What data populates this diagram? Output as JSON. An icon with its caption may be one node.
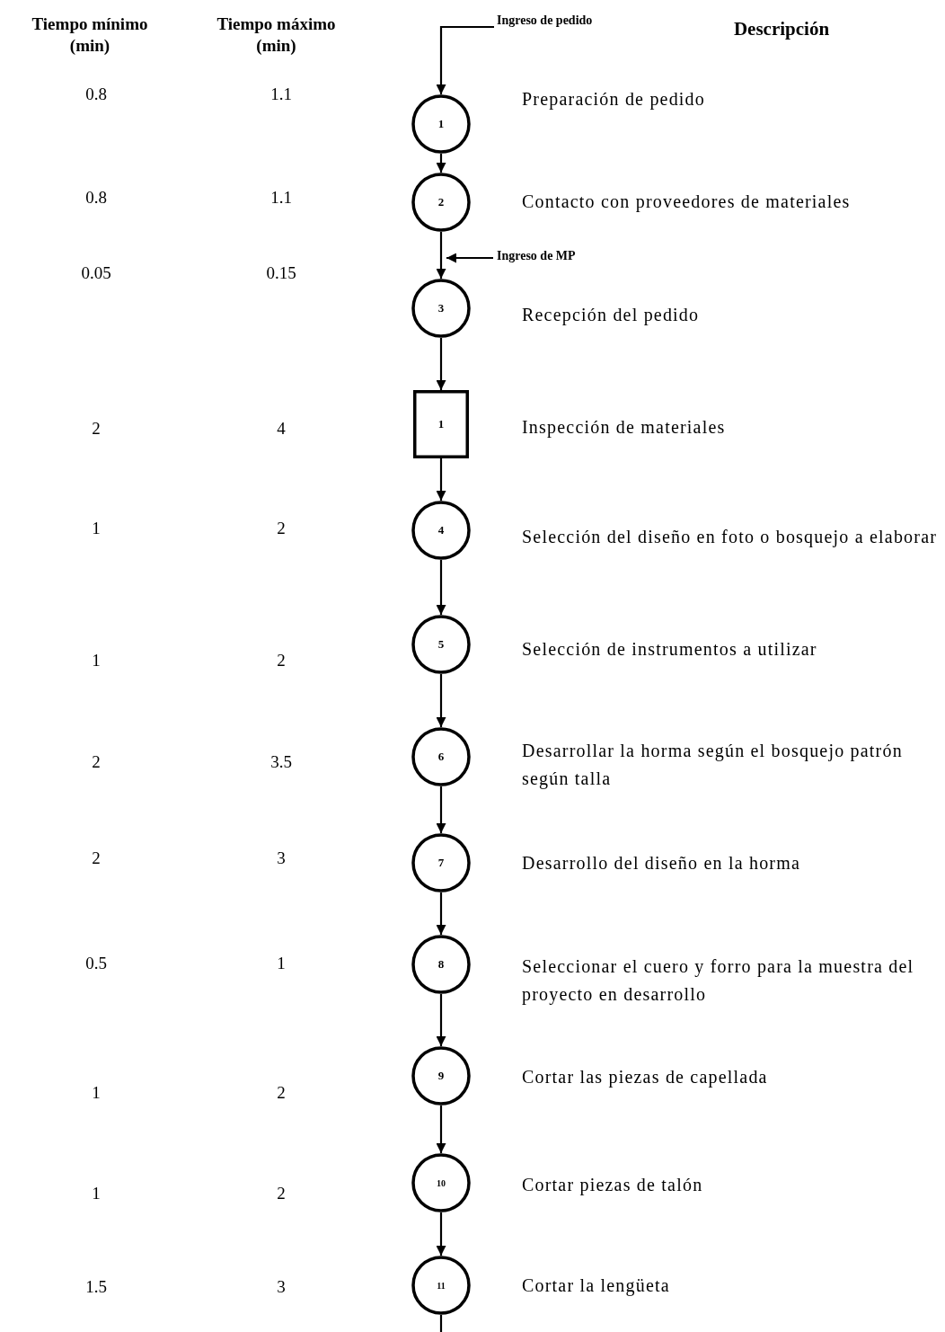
{
  "diagram": {
    "nodes": [
      {
        "text": [
          "Ingreso de pedido"
        ]
      },
      {
        "text": [
          "1"
        ],
        "beside": [
          "Preparación de pedido"
        ]
      },
      {
        "text": [
          "2"
        ],
        "beside": [
          "Contacto con proveedores de materiales"
        ]
      },
      {
        "text": [
          "Ingreso de MP"
        ]
      },
      {
        "text": [
          "3"
        ],
        "beside": [
          "Recepción del pedido"
        ]
      },
      {
        "text": [
          "1"
        ],
        "beside": [
          "Inspección de materiales"
        ]
      },
      {
        "text": [
          "4"
        ],
        "beside": [
          "Selección del diseño en foto o bosquejo a elaborar"
        ]
      },
      {
        "text": [
          "5"
        ],
        "beside": [
          "Selección de instrumentos a utilizar"
        ]
      },
      {
        "text": [
          "6"
        ],
        "beside": [
          "Desarrollar la horma según el bosquejo patrón según talla"
        ]
      },
      {
        "text": [
          "7"
        ],
        "beside": [
          "Desarrollo del diseño en la horma"
        ]
      },
      {
        "text": [
          "8"
        ],
        "beside": [
          "Seleccionar el cuero y forro para la muestra del proyecto en desarrollo"
        ]
      },
      {
        "text": [
          "9"
        ],
        "beside": [
          "Cortar las piezas de capellada"
        ]
      },
      {
        "text": [
          "10"
        ],
        "beside": [
          "Cortar piezas de talón"
        ]
      },
      {
        "text": [
          "11"
        ],
        "beside": [
          "Cortar la lengüeta"
        ]
      }
    ],
    "edges": [
      {
        "from": 0,
        "to": 1,
        "arrow": "to"
      },
      {
        "from": 1,
        "to": 2,
        "arrow": "to"
      },
      {
        "from": 2,
        "to": 4,
        "arrow": "to"
      },
      {
        "from": 3,
        "to": 4,
        "arrow": "to"
      },
      {
        "from": 4,
        "to": 5,
        "arrow": "to"
      },
      {
        "from": 5,
        "to": 6,
        "arrow": "to"
      },
      {
        "from": 6,
        "to": 7,
        "arrow": "to"
      },
      {
        "from": 7,
        "to": 8,
        "arrow": "to"
      },
      {
        "from": 8,
        "to": 9,
        "arrow": "to"
      },
      {
        "from": 9,
        "to": 10,
        "arrow": "to"
      },
      {
        "from": 10,
        "to": 11,
        "arrow": "to"
      },
      {
        "from": 11,
        "to": 12,
        "arrow": "to"
      },
      {
        "from": 12,
        "to": 13,
        "arrow": "to"
      },
      {
        "from": 13,
        "to": null,
        "arrow": "none"
      }
    ],
    "labels": [
      "Tiempo mínimo (min)",
      "Tiempo máximo (min)",
      "Descripción",
      "0.8",
      "1.1",
      "0.8",
      "1.1",
      "0.05",
      "0.15",
      "2",
      "4",
      "1",
      "2",
      "1",
      "2",
      "2",
      "3.5",
      "2",
      "3",
      "0.5",
      "1",
      "1",
      "2",
      "1",
      "2",
      "1.5",
      "3"
    ]
  }
}
